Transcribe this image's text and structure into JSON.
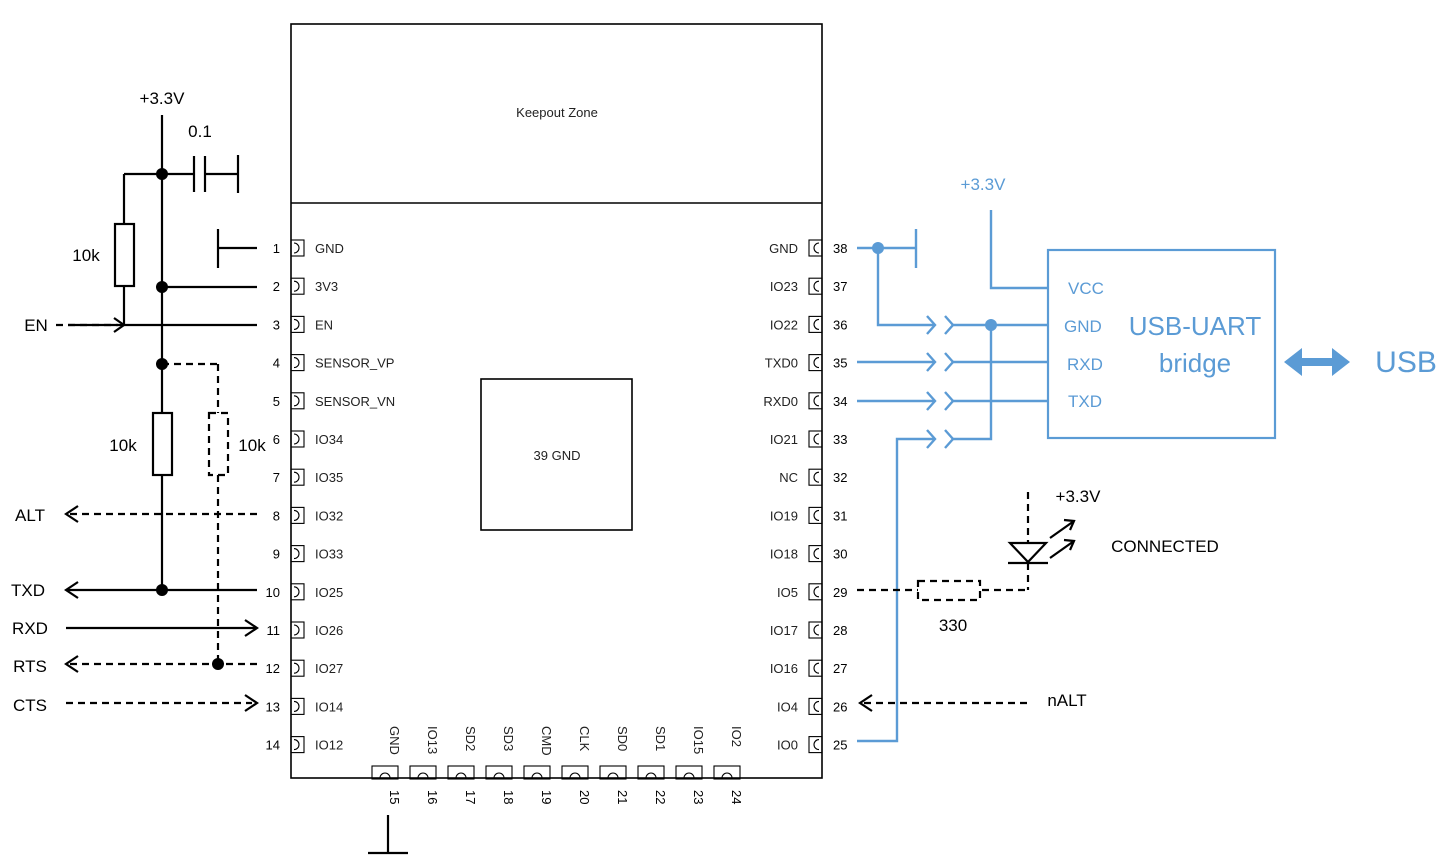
{
  "module": {
    "keepout_label": "Keepout Zone",
    "center_pad_label": "39 GND",
    "left_pins": [
      {
        "num": "1",
        "name": "GND"
      },
      {
        "num": "2",
        "name": "3V3"
      },
      {
        "num": "3",
        "name": "EN"
      },
      {
        "num": "4",
        "name": "SENSOR_VP"
      },
      {
        "num": "5",
        "name": "SENSOR_VN"
      },
      {
        "num": "6",
        "name": "IO34"
      },
      {
        "num": "7",
        "name": "IO35"
      },
      {
        "num": "8",
        "name": "IO32"
      },
      {
        "num": "9",
        "name": "IO33"
      },
      {
        "num": "10",
        "name": "IO25"
      },
      {
        "num": "11",
        "name": "IO26"
      },
      {
        "num": "12",
        "name": "IO27"
      },
      {
        "num": "13",
        "name": "IO14"
      },
      {
        "num": "14",
        "name": "IO12"
      }
    ],
    "right_pins": [
      {
        "num": "38",
        "name": "GND"
      },
      {
        "num": "37",
        "name": "IO23"
      },
      {
        "num": "36",
        "name": "IO22"
      },
      {
        "num": "35",
        "name": "TXD0"
      },
      {
        "num": "34",
        "name": "RXD0"
      },
      {
        "num": "33",
        "name": "IO21"
      },
      {
        "num": "32",
        "name": "NC"
      },
      {
        "num": "31",
        "name": "IO19"
      },
      {
        "num": "30",
        "name": "IO18"
      },
      {
        "num": "29",
        "name": "IO5"
      },
      {
        "num": "28",
        "name": "IO17"
      },
      {
        "num": "27",
        "name": "IO16"
      },
      {
        "num": "26",
        "name": "IO4"
      },
      {
        "num": "25",
        "name": "IO0"
      }
    ],
    "bottom_pins": [
      {
        "num": "15",
        "name": "GND"
      },
      {
        "num": "16",
        "name": "IO13"
      },
      {
        "num": "17",
        "name": "SD2"
      },
      {
        "num": "18",
        "name": "SD3"
      },
      {
        "num": "19",
        "name": "CMD"
      },
      {
        "num": "20",
        "name": "CLK"
      },
      {
        "num": "21",
        "name": "SD0"
      },
      {
        "num": "22",
        "name": "SD1"
      },
      {
        "num": "23",
        "name": "IO15"
      },
      {
        "num": "24",
        "name": "IO2"
      }
    ]
  },
  "left_circuit": {
    "supply_label": "+3.3V",
    "cap_label": "0.1",
    "pullup_en_label": "10k",
    "pullup_io25_label": "10k",
    "pullup_io27_label": "10k",
    "signals": {
      "en": "EN",
      "alt": "ALT",
      "txd": "TXD",
      "rxd": "RXD",
      "rts": "RTS",
      "cts": "CTS"
    }
  },
  "usb_bridge": {
    "supply_label": "+3.3V",
    "title_line1": "USB-UART",
    "title_line2": "bridge",
    "pins": [
      "VCC",
      "GND",
      "RXD",
      "TXD"
    ],
    "usb_label": "USB",
    "color": "#5b9bd5"
  },
  "led_circuit": {
    "supply_label": "+3.3V",
    "led_label": "CONNECTED",
    "resistor_label": "330",
    "nalt_label": "nALT"
  }
}
